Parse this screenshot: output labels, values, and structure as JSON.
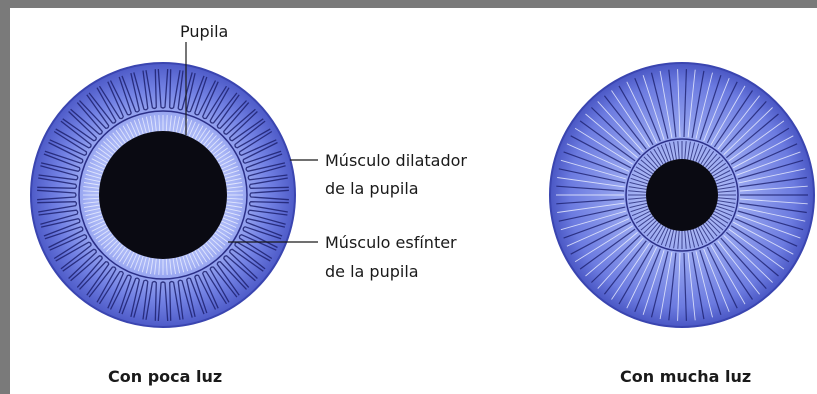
{
  "colors": {
    "frame": "#7a7a7a",
    "iris_blue": "#6f7fe0",
    "iris_light": "#c9d3ff",
    "iris_dark": "#2b2f88",
    "pupil": "#0a0a12"
  },
  "labels": {
    "pupil": "Pupila",
    "dilator_line1": "Músculo dilatador",
    "dilator_line2": "de la pupila",
    "sphincter_line1": "Músculo esfínter",
    "sphincter_line2": "de la pupila"
  },
  "captions": {
    "low_light": "Con poca luz",
    "bright_light": "Con mucha luz"
  }
}
